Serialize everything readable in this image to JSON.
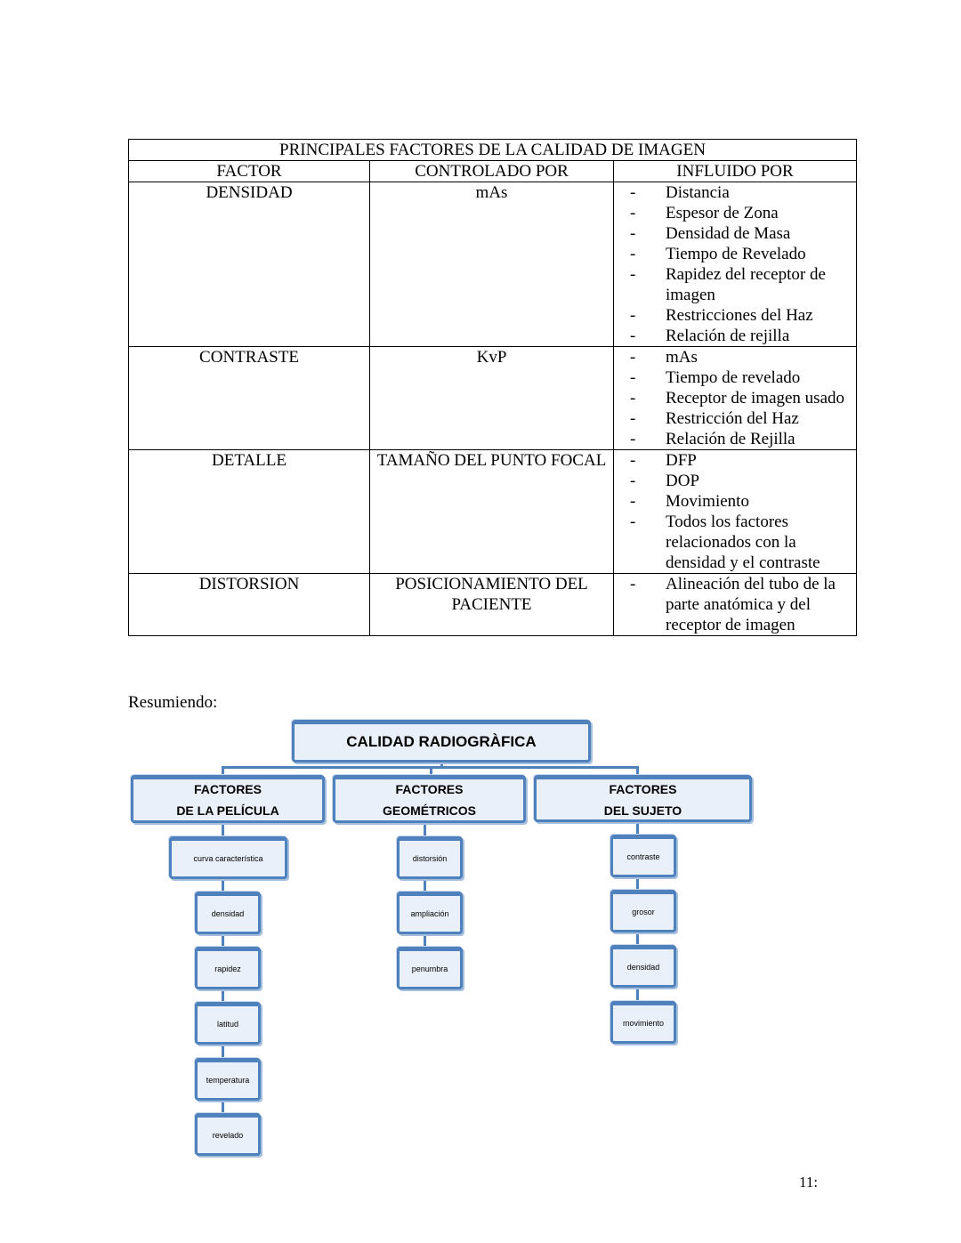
{
  "table": {
    "title": "PRINCIPALES FACTORES DE LA CALIDAD DE IMAGEN",
    "headers": [
      "FACTOR",
      "CONTROLADO POR",
      "INFLUIDO POR"
    ],
    "rows": [
      {
        "factor": "DENSIDAD",
        "controlled_by": "mAs",
        "influenced_by": [
          "Distancia",
          "Espesor de Zona",
          "Densidad de Masa",
          "Tiempo de Revelado",
          "Rapidez del receptor de imagen",
          "Restricciones del Haz",
          "Relación de rejilla"
        ]
      },
      {
        "factor": "CONTRASTE",
        "controlled_by": "KvP",
        "influenced_by": [
          "mAs",
          "Tiempo de revelado",
          "Receptor de imagen usado",
          "Restricción del Haz",
          "Relación de Rejilla"
        ]
      },
      {
        "factor": "DETALLE",
        "controlled_by": "TAMAÑO DEL PUNTO FOCAL",
        "influenced_by": [
          "DFP",
          "DOP",
          "Movimiento",
          "Todos los factores relacionados con la densidad y el contraste"
        ]
      },
      {
        "factor": "DISTORSION",
        "controlled_by": "POSICIONAMIENTO DEL PACIENTE",
        "influenced_by": [
          "Alineación del tubo de la parte anatómica y del receptor de imagen"
        ]
      }
    ]
  },
  "summary_label": "Resumiendo:",
  "diagram": {
    "root": "CALIDAD RADIOGRÀFICA",
    "categories": [
      {
        "line1": "FACTORES",
        "line2": "DE LA PELÍCULA",
        "items": [
          "curva característica",
          "densidad",
          "rapidez",
          "latitud",
          "temperatura",
          "revelado"
        ]
      },
      {
        "line1": "FACTORES",
        "line2": "GEOMÉTRICOS",
        "items": [
          "distorsión",
          "ampliación",
          "penumbra"
        ]
      },
      {
        "line1": "FACTORES",
        "line2": "DEL SUJETO",
        "items": [
          "contraste",
          "grosor",
          "densidad",
          "movimiento"
        ]
      }
    ],
    "colors": {
      "border": "#4f81bd",
      "fill": "#eaf0f9"
    }
  },
  "page_number": "11:"
}
